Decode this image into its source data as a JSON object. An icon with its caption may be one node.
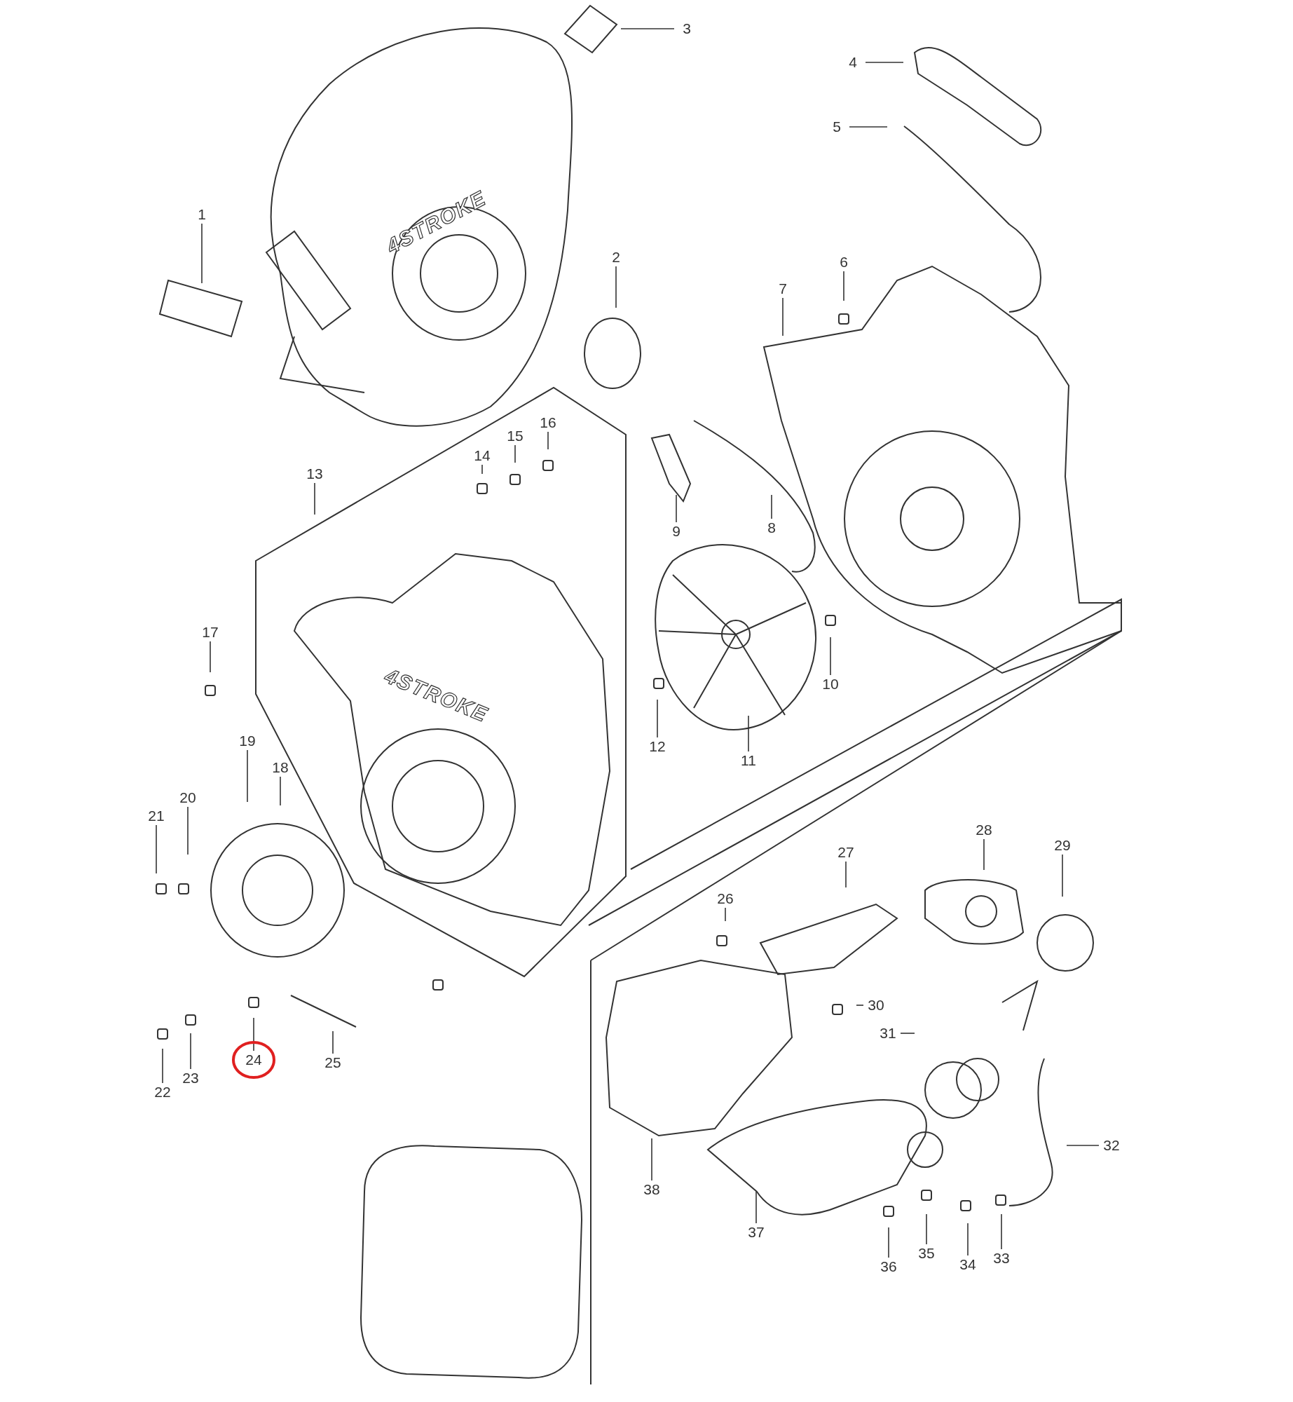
{
  "diagram": {
    "nodes": [
      {
        "text": [
          "1"
        ]
      },
      {
        "text": [
          "2"
        ]
      },
      {
        "text": [
          "3"
        ]
      },
      {
        "text": [
          "4"
        ]
      },
      {
        "text": [
          "5"
        ]
      },
      {
        "text": [
          "6"
        ]
      },
      {
        "text": [
          "7"
        ]
      },
      {
        "text": [
          "8"
        ]
      },
      {
        "text": [
          "9"
        ]
      },
      {
        "text": [
          "10"
        ]
      },
      {
        "text": [
          "11"
        ]
      },
      {
        "text": [
          "12"
        ]
      },
      {
        "text": [
          "13"
        ]
      },
      {
        "text": [
          "14"
        ]
      },
      {
        "text": [
          "15"
        ]
      },
      {
        "text": [
          "16"
        ]
      },
      {
        "text": [
          "17"
        ]
      },
      {
        "text": [
          "18"
        ]
      },
      {
        "text": [
          "19"
        ]
      },
      {
        "text": [
          "20"
        ]
      },
      {
        "text": [
          "21"
        ]
      },
      {
        "text": [
          "22"
        ]
      },
      {
        "text": [
          "23"
        ]
      },
      {
        "text": [
          "24"
        ]
      },
      {
        "text": [
          "25"
        ]
      },
      {
        "text": [
          "26"
        ]
      },
      {
        "text": [
          "27"
        ]
      },
      {
        "text": [
          "28"
        ]
      },
      {
        "text": [
          "29"
        ]
      },
      {
        "text": [
          "30"
        ]
      },
      {
        "text": [
          "31"
        ]
      },
      {
        "text": [
          "32"
        ]
      },
      {
        "text": [
          "33"
        ]
      },
      {
        "text": [
          "34"
        ]
      },
      {
        "text": [
          "35"
        ]
      },
      {
        "text": [
          "36"
        ]
      },
      {
        "text": [
          "37"
        ]
      },
      {
        "text": [
          "38"
        ]
      }
    ],
    "edges": [
      {
        "from": 0,
        "to": null,
        "arrow": "none"
      },
      {
        "from": 1,
        "to": null,
        "arrow": "none"
      },
      {
        "from": 2,
        "to": null,
        "arrow": "none"
      },
      {
        "from": 3,
        "to": null,
        "arrow": "none"
      },
      {
        "from": 4,
        "to": null,
        "arrow": "none"
      },
      {
        "from": 5,
        "to": null,
        "arrow": "none"
      },
      {
        "from": 6,
        "to": null,
        "arrow": "none"
      },
      {
        "from": 7,
        "to": null,
        "arrow": "none"
      },
      {
        "from": 8,
        "to": null,
        "arrow": "none"
      },
      {
        "from": 9,
        "to": null,
        "arrow": "none"
      },
      {
        "from": 10,
        "to": null,
        "arrow": "none"
      },
      {
        "from": 11,
        "to": null,
        "arrow": "none"
      },
      {
        "from": 12,
        "to": null,
        "arrow": "none"
      },
      {
        "from": 13,
        "to": null,
        "arrow": "none"
      },
      {
        "from": 14,
        "to": null,
        "arrow": "none"
      },
      {
        "from": 15,
        "to": null,
        "arrow": "none"
      },
      {
        "from": 16,
        "to": null,
        "arrow": "none"
      },
      {
        "from": 17,
        "to": null,
        "arrow": "none"
      },
      {
        "from": 18,
        "to": null,
        "arrow": "none"
      },
      {
        "from": 19,
        "to": null,
        "arrow": "none"
      },
      {
        "from": 20,
        "to": null,
        "arrow": "none"
      },
      {
        "from": 21,
        "to": null,
        "arrow": "none"
      },
      {
        "from": 22,
        "to": null,
        "arrow": "none"
      },
      {
        "from": 23,
        "to": null,
        "arrow": "none"
      },
      {
        "from": 24,
        "to": null,
        "arrow": "none"
      },
      {
        "from": 25,
        "to": null,
        "arrow": "none"
      },
      {
        "from": 26,
        "to": null,
        "arrow": "none"
      },
      {
        "from": 27,
        "to": null,
        "arrow": "none"
      },
      {
        "from": 28,
        "to": null,
        "arrow": "none"
      },
      {
        "from": 29,
        "to": null,
        "arrow": "none"
      },
      {
        "from": 30,
        "to": null,
        "arrow": "none"
      },
      {
        "from": 31,
        "to": null,
        "arrow": "none"
      },
      {
        "from": 32,
        "to": null,
        "arrow": "none"
      },
      {
        "from": 33,
        "to": null,
        "arrow": "none"
      },
      {
        "from": 34,
        "to": null,
        "arrow": "none"
      },
      {
        "from": 35,
        "to": null,
        "arrow": "none"
      },
      {
        "from": 36,
        "to": null,
        "arrow": "none"
      },
      {
        "from": 37,
        "to": null,
        "arrow": "none"
      }
    ],
    "labels": [
      "4STROKE",
      "4STROKE"
    ]
  }
}
